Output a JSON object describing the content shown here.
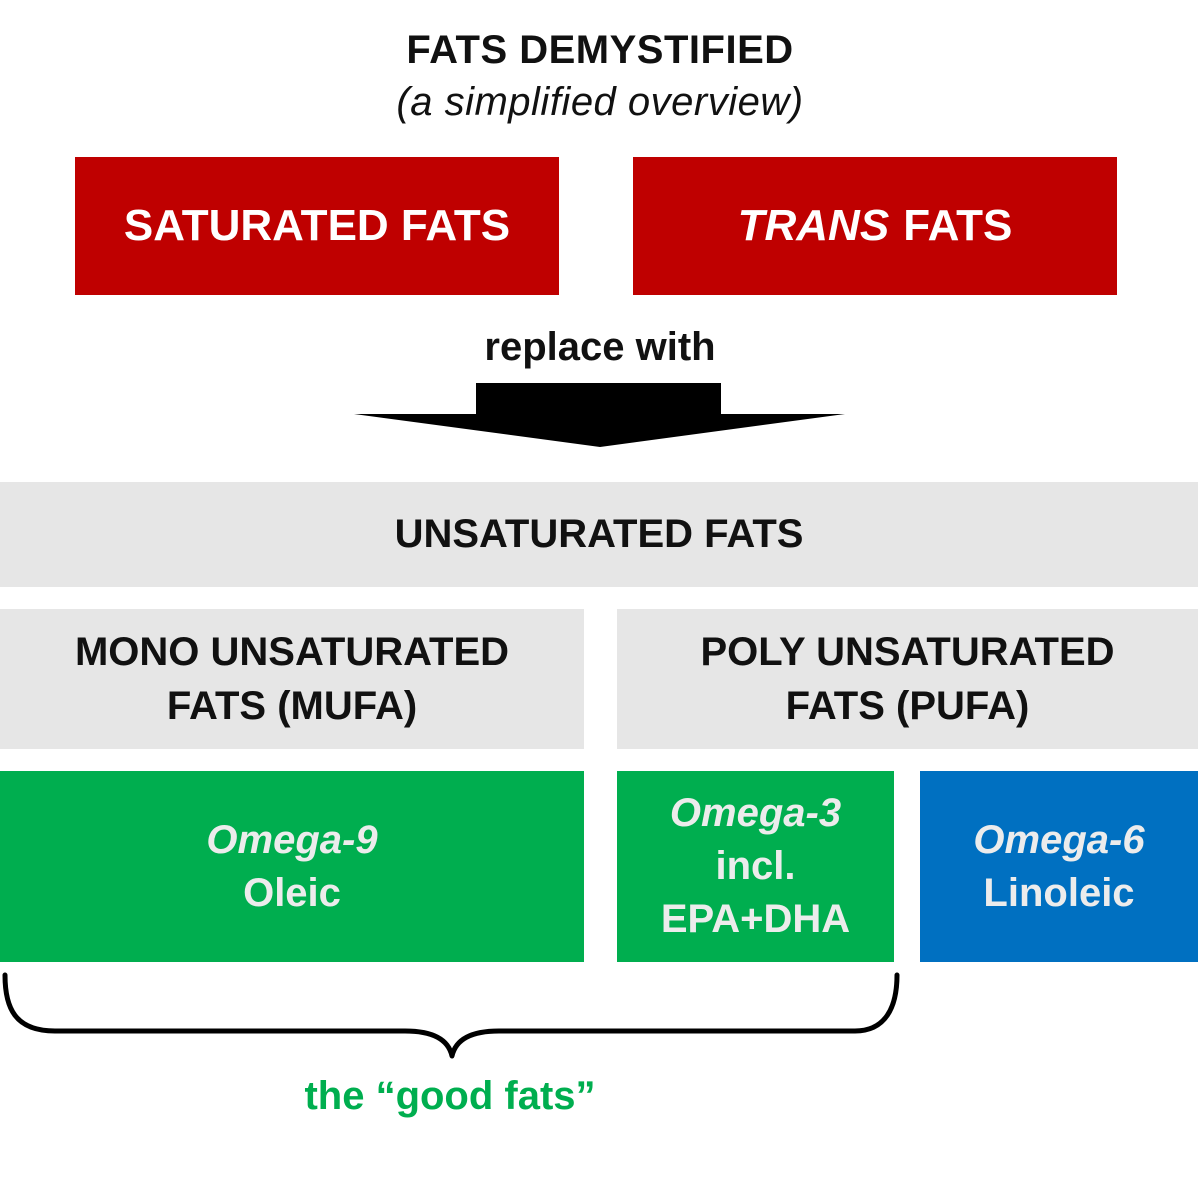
{
  "header": {
    "title": "FATS DEMYSTIFIED",
    "subtitle": "(a simplified overview)"
  },
  "avoid": {
    "saturated": {
      "label": "SATURATED FATS"
    },
    "trans": {
      "italic_part": "TRANS",
      "rest": "FATS"
    },
    "color": "#bf0000"
  },
  "transition": {
    "label": "replace with",
    "icon": "down-arrow-icon"
  },
  "unsaturated": {
    "label": "UNSATURATED FATS",
    "color": "#e6e6e6",
    "mufa": {
      "line1": "MONO UNSATURATED",
      "line2": "FATS (MUFA)"
    },
    "pufa": {
      "line1": "POLY UNSATURATED",
      "line2": "FATS (PUFA)"
    }
  },
  "omegas": {
    "omega9": {
      "name": "Omega-9",
      "detail": "Oleic",
      "color": "#00ae4f"
    },
    "omega3": {
      "name": "Omega-3",
      "detail1": "incl.",
      "detail2": "EPA+DHA",
      "color": "#00ae4f"
    },
    "omega6": {
      "name": "Omega-6",
      "detail": "Linoleic",
      "color": "#0070c1"
    }
  },
  "footer": {
    "brace_icon": "curly-brace-icon",
    "label": "the “good fats”",
    "color": "#00ae4f"
  }
}
